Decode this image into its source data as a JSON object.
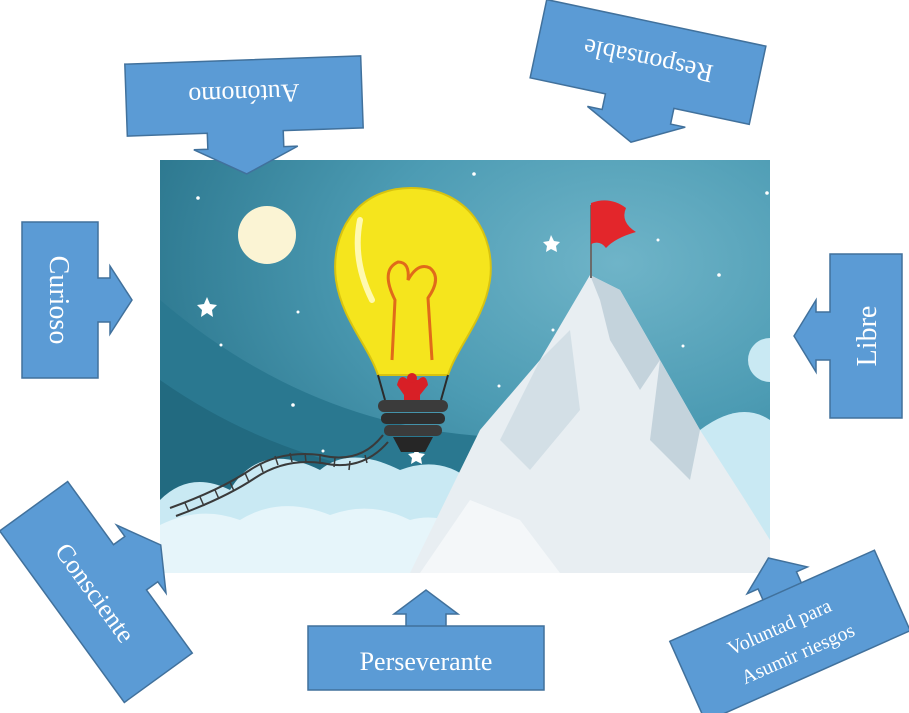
{
  "callouts": [
    {
      "id": "autonomo",
      "label": "Autónomo"
    },
    {
      "id": "responsable",
      "label": "Responsable"
    },
    {
      "id": "curioso",
      "label": "Curioso"
    },
    {
      "id": "libre",
      "label": "Libre"
    },
    {
      "id": "consciente",
      "label": "Consciente"
    },
    {
      "id": "perseverante",
      "label": "Perseverante"
    },
    {
      "id": "voluntad",
      "label_line1": "Voluntad para",
      "label_line2": "Asumir riesgos"
    }
  ],
  "colors": {
    "callout_fill": "#5b9bd5",
    "callout_stroke": "#41719c",
    "sky": "#2f7f96",
    "bulb": "#f5e51d",
    "flag": "#e3262b",
    "mountain": "#eef3f6"
  },
  "illustration": {
    "subject": "light-bulb hot-air balloon beside a snowy mountain with a red flag"
  }
}
